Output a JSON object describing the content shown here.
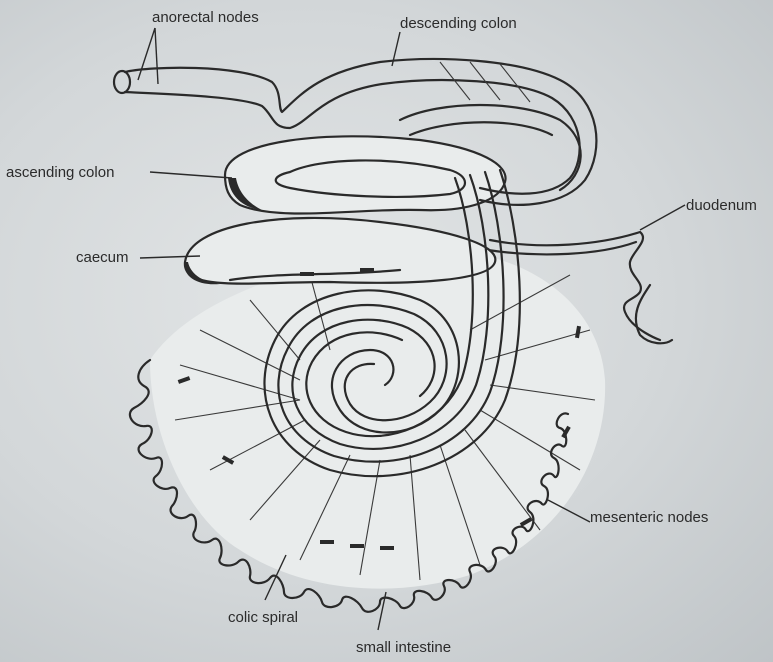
{
  "labels": {
    "anorectal_nodes": "anorectal nodes",
    "descending_colon": "descending colon",
    "ascending_colon": "ascending colon",
    "caecum": "caecum",
    "duodenum": "duodenum",
    "mesenteric_nodes": "mesenteric nodes",
    "colic_spiral": "colic spiral",
    "small_intestine": "small intestine"
  }
}
